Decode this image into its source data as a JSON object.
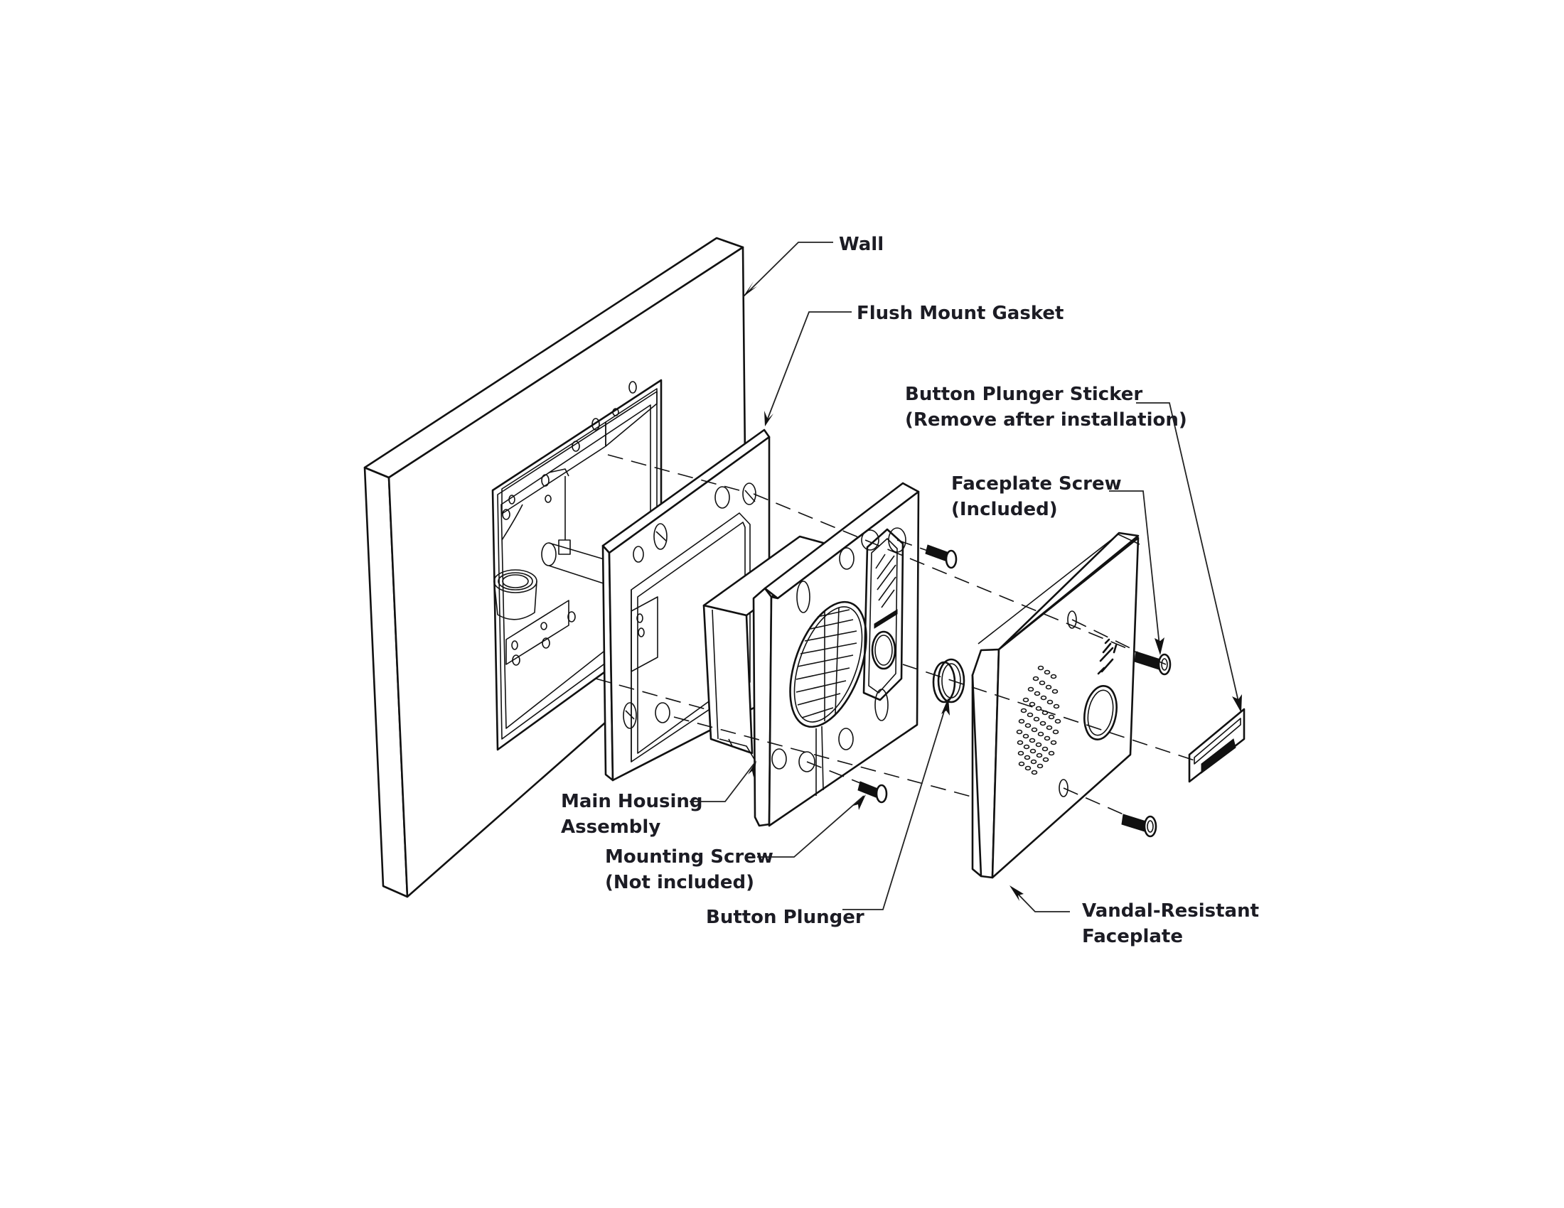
{
  "diagram": {
    "type": "exploded-view installation diagram",
    "colors": {
      "line": "#111111",
      "text": "#1c1c24",
      "background": "#ffffff"
    },
    "labels": {
      "wall": "Wall",
      "flush_mount_gasket": "Flush Mount Gasket",
      "button_plunger_sticker": [
        "Button Plunger Sticker",
        "(Remove after installation)"
      ],
      "faceplate_screw": [
        "Faceplate Screw",
        "(Included)"
      ],
      "main_housing_assembly": [
        "Main Housing",
        "Assembly"
      ],
      "mounting_screw": [
        "Mounting Screw",
        "(Not included)"
      ],
      "button_plunger": "Button Plunger",
      "vandal_resistant_faceplate": [
        "Vandal-Resistant",
        "Faceplate"
      ]
    }
  }
}
